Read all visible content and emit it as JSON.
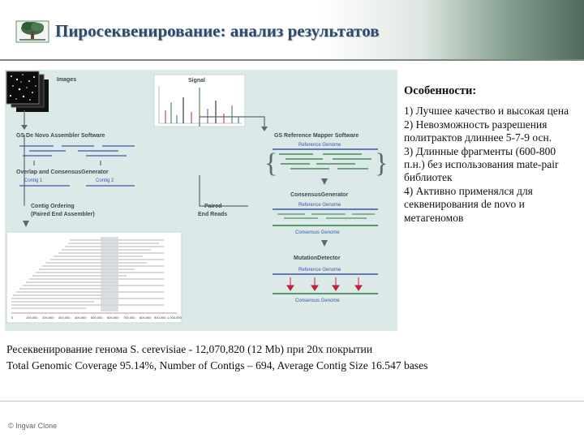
{
  "header": {
    "title": "Пиросеквенирование: анализ результатов"
  },
  "figure": {
    "images_label": "Images",
    "signal_label": "Signal",
    "denovo_label": "GS De Novo Assembler Software",
    "overlap_label": "Overlap and ConsensusGenerator",
    "contig1_label": "Contig 1",
    "contig2_label": "Contig 2",
    "ordering_label": "Contig Ordering",
    "ordering_sub_label": "(Paired End Assembler)",
    "paired_label": "Paired",
    "end_reads_label": "End Reads",
    "mapper_label": "GS Reference Mapper Software",
    "reference_genome_label": "Reference Genome",
    "consensus_generator_label": "ConsensusGenerator",
    "consensus_genome_label": "Consensus Genome",
    "mutation_detector_label": "MutationDetector",
    "axis_ticks": [
      "0",
      "100,000",
      "200,000",
      "300,000",
      "400,000",
      "500,000",
      "600,000",
      "700,000",
      "800,000",
      "900,000",
      "1,000,000"
    ]
  },
  "features": {
    "heading": "Особенности:",
    "items": [
      "1) Лучшее качество и высокая цена",
      "2) Невозможность разрешения политрактов длиннее 5-7-9 осн.",
      "3) Длинные фрагменты (600-800 п.н.) без использования mate-pair библиотек",
      "4) Активно применялся для секвенирования de novo и метагеномов"
    ]
  },
  "caption": {
    "line1": "Ресеквенирование генома S. cerevisiae - 12,070,820 (12 Mb) при 20х покрытии",
    "line2": "Total Genomic Coverage 95.14%, Number of Contigs – 694, Average Contig Size 16.547 bases"
  },
  "footer": {
    "text": "© Ingvar Clone"
  },
  "colors": {
    "title": "#2e4a6b",
    "figure_bg": "#dce9e9",
    "reference_line": "#3a57a8",
    "mutation_arrow": "#c0203a"
  }
}
